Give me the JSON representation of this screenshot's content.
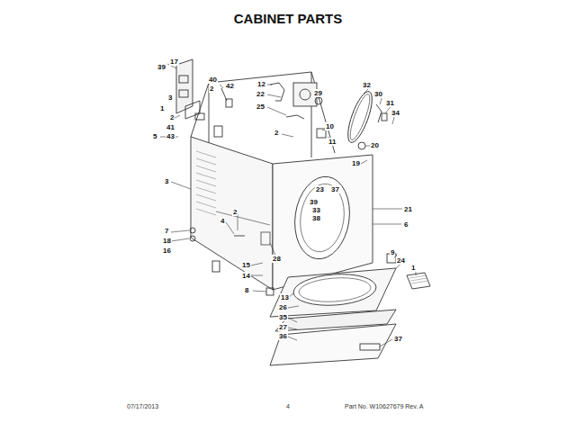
{
  "diagram": {
    "title": "CABINET PARTS",
    "labels": [
      "39",
      "17",
      "3",
      "1",
      "2",
      "41",
      "43",
      "5",
      "40",
      "2",
      "42",
      "12",
      "22",
      "25",
      "29",
      "32",
      "30",
      "31",
      "34",
      "2",
      "10",
      "11",
      "20",
      "19",
      "3",
      "23",
      "37",
      "39",
      "33",
      "38",
      "21",
      "6",
      "2",
      "4",
      "7",
      "18",
      "16",
      "9",
      "24",
      "15",
      "28",
      "14",
      "1",
      "8",
      "13",
      "26",
      "35",
      "27",
      "36",
      "37",
      "07/17/2013",
      "4",
      "Part No. W10627679 Rev. A"
    ]
  }
}
